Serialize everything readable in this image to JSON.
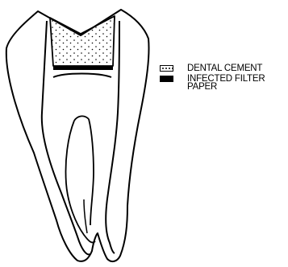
{
  "legend": {
    "items": [
      {
        "label": "DENTAL CEMENT",
        "swatch": "stippled-fill"
      },
      {
        "label": "INFECTED FILTER PAPER",
        "swatch": "solid-black"
      }
    ]
  },
  "colors": {
    "ink": "#000000",
    "background": "#ffffff"
  }
}
